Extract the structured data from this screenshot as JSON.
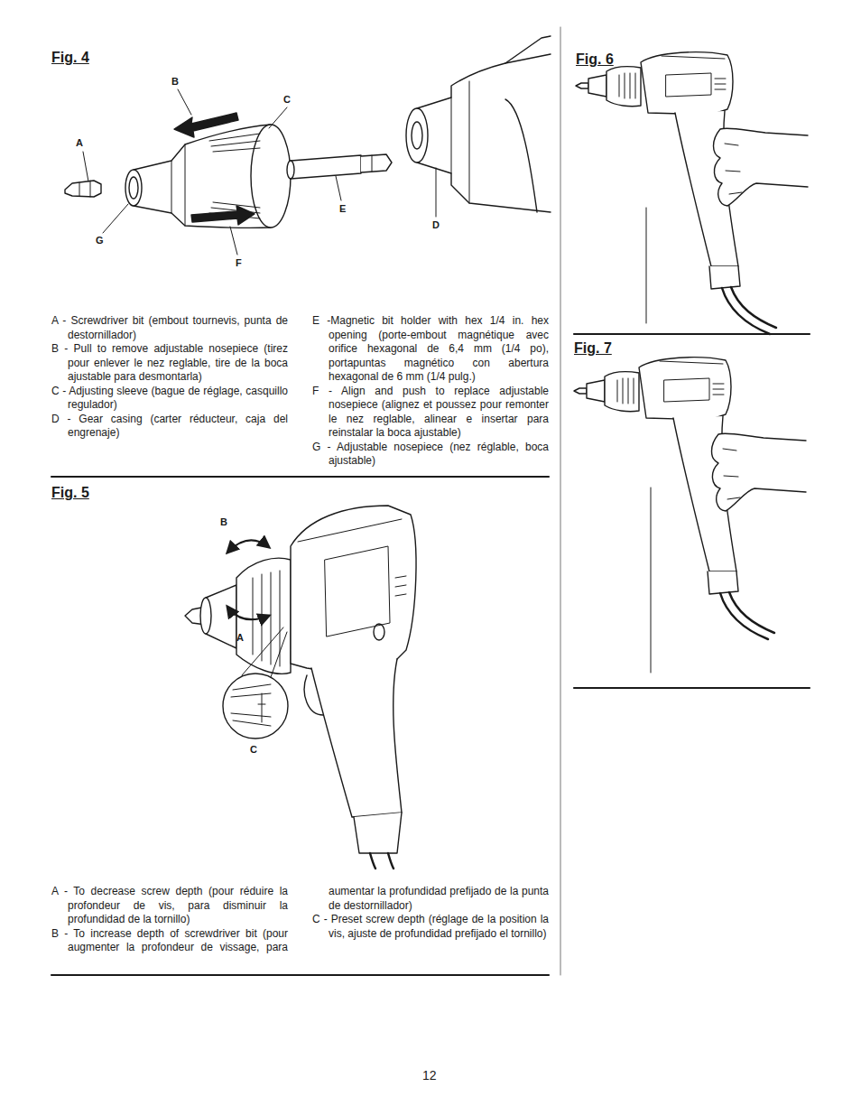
{
  "diagram": {
    "labels": [
      "Fig. 4",
      "B",
      "C",
      "A",
      "E",
      "G",
      "D",
      "F",
      "A - Screwdriver bit (embout tournevis, punta de destornillador)",
      "B - Pull to remove adjustable nosepiece (tirez pour enlever le nez reglable, tire de la boca ajustable para desmontarla)",
      "C - Adjusting sleeve (bague de réglage, casquillo regulador)",
      "D - Gear casing (carter réducteur, caja del engrenaje)",
      "E -Magnetic bit holder with hex 1/4 in. hex opening (porte-embout magnétique avec orifice hexagonal de 6,4 mm (1/4 po), portapuntas magnético con abertura hexagonal de 6 mm (1/4 pulg.)",
      "F - Align and push to replace adjustable nosepiece (alignez et poussez pour remonter le nez reglable, alinear e insertar para reinstalar la boca ajustable)",
      "G - Adjustable nosepiece (nez réglable, boca ajustable)",
      "Fig. 5",
      "B",
      "A",
      "C",
      "A - To decrease screw depth (pour réduire la profondeur de vis, para disminuir la profundidad de la tornillo)",
      "B - To increase depth of screwdriver bit (pour augmenter la profondeur de vissage, para aumentar la profundidad prefijado de la punta de destornillador)",
      "C - Preset screw depth (réglage de la position la vis, ajuste de profundidad prefijado el tornillo)",
      "Fig. 6",
      "Fig. 7",
      "12"
    ]
  }
}
